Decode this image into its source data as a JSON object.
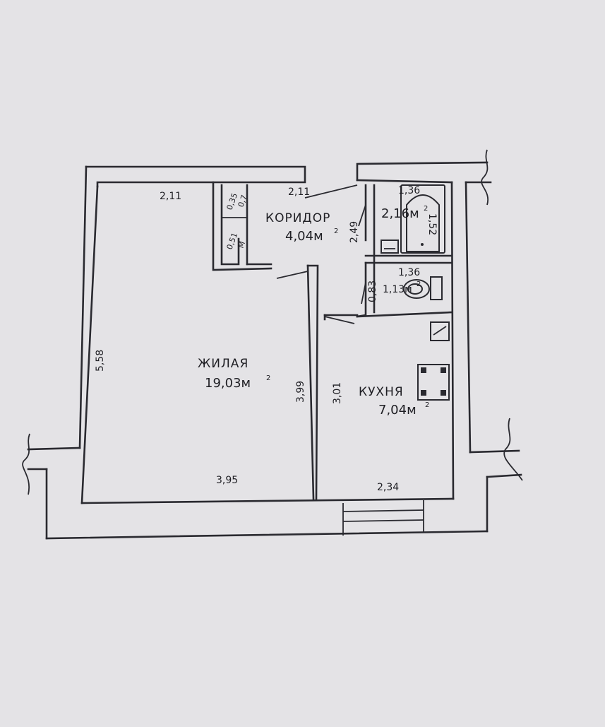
{
  "rooms": {
    "living": {
      "name": "ЖИЛАЯ",
      "area": "19,03м",
      "area_sup": "2"
    },
    "corridor": {
      "name": "КОРИДОР",
      "area": "4,04м",
      "area_sup": "2"
    },
    "bath": {
      "area": "2,16м",
      "area_sup": "2"
    },
    "toilet": {
      "area": "1,13м",
      "area_sup": "2"
    },
    "kitchen": {
      "name": "КУХНЯ",
      "area": "7,04м",
      "area_sup": "2"
    }
  },
  "dimensions": {
    "living_top": "2,11",
    "corridor_top": "2,11",
    "living_left": "5,58",
    "living_right": "3,99",
    "living_bottom": "3,95",
    "kitchen_left": "3,01",
    "kitchen_bottom": "2,34",
    "corridor_side": "2,49",
    "bath_top": "1,36",
    "bath_side": "1,52",
    "toilet_top": "1,36",
    "toilet_side": "0,83",
    "closet_top": "0,35",
    "closet_bottom": "0,51",
    "closet_top_b": "0,7",
    "closet_bottom_b": "M"
  },
  "colors": {
    "background": "#e4e3e6",
    "line": "#2a2a30",
    "text": "#1f1f24"
  }
}
